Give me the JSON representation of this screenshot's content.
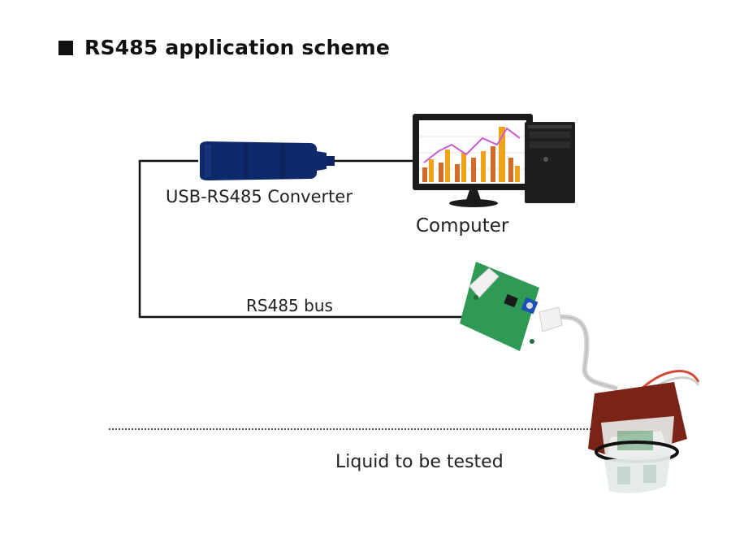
{
  "title": "RS485 application scheme",
  "labels": {
    "converter": "USB-RS485 Converter",
    "computer": "Computer",
    "bus": "RS485 bus",
    "liquid": "Liquid to be tested"
  },
  "colors": {
    "wire": "#111111",
    "converter": "#0f2a6b",
    "board": "#2f9a55",
    "housing": "#7a2418",
    "bars": "#f0a318",
    "bars_alt": "#d46a2a",
    "trend": "#c85bd3"
  },
  "icons": [
    "usb-converter-icon",
    "computer-icon",
    "rs485-module-icon",
    "liquid-sensor-icon"
  ]
}
